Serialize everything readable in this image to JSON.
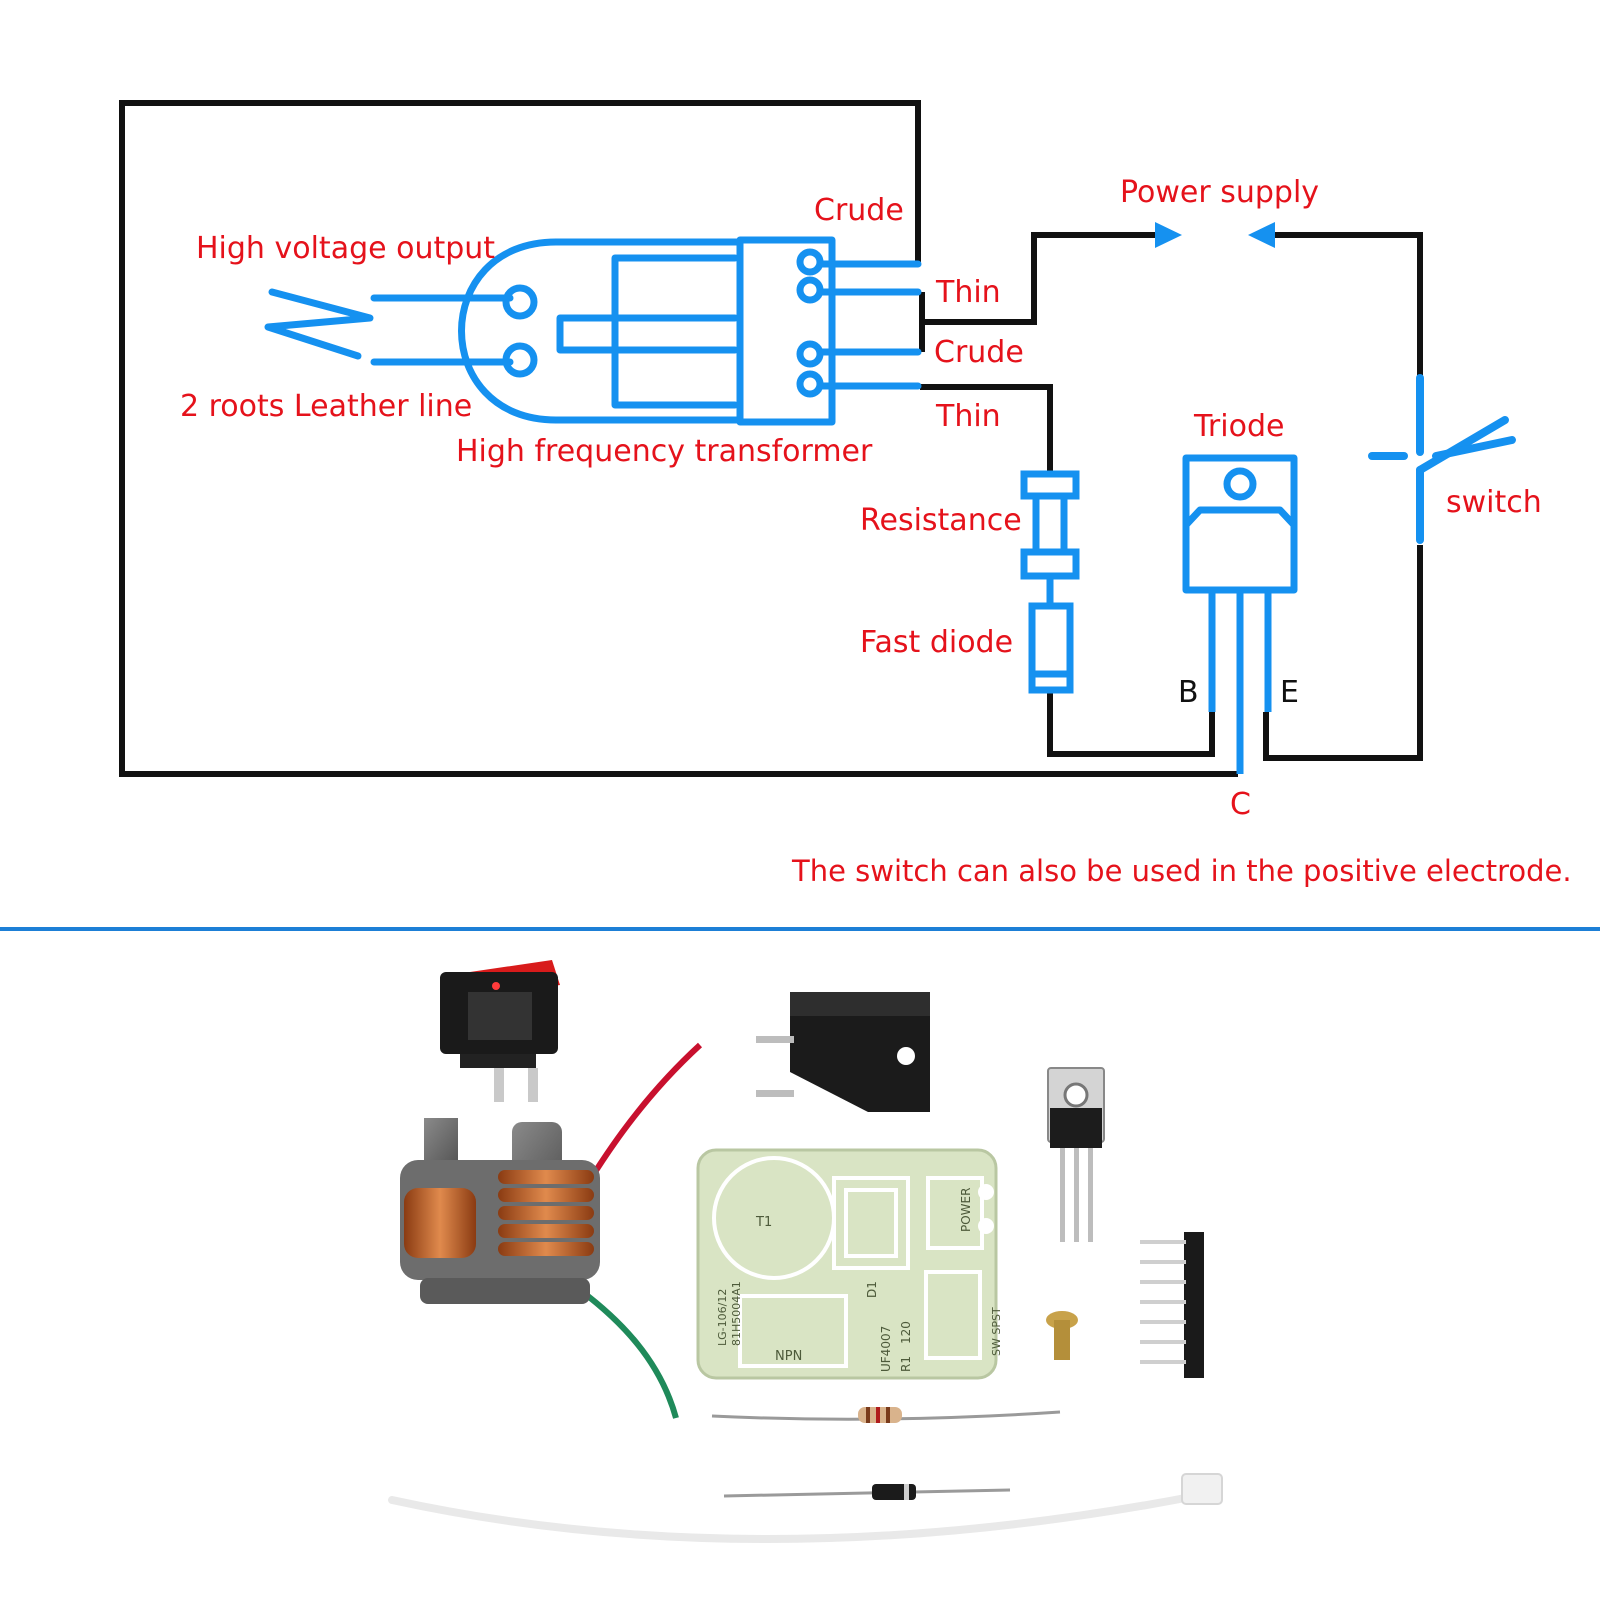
{
  "colors": {
    "label": "#e5121b",
    "component": "#1591f0",
    "wire": "#111111",
    "divider": "#1d7fd6"
  },
  "diagram": {
    "labels": {
      "high_voltage_output": "High voltage output",
      "leather_line": "2 roots Leather line",
      "transformer": "High frequency transformer",
      "crude_top": "Crude",
      "thin_top": "Thin",
      "crude_mid": "Crude",
      "thin_bottom": "Thin",
      "power_supply": "Power supply",
      "triode": "Triode",
      "switch": "switch",
      "resistance": "Resistance",
      "fast_diode": "Fast diode",
      "pin_b": "B",
      "pin_e": "E",
      "pin_c": "C"
    },
    "note": "The switch can also be used in the positive electrode."
  },
  "kit_photo": {
    "board_marks": {
      "t1": "T1",
      "npn": "NPN",
      "power": "POWER",
      "d1": "D1",
      "uf4007": "UF4007",
      "r1": "R1",
      "r_value": "120",
      "sw": "SW SPST",
      "board_id": "LG-106/12",
      "board_code": "81H5004A1"
    }
  }
}
